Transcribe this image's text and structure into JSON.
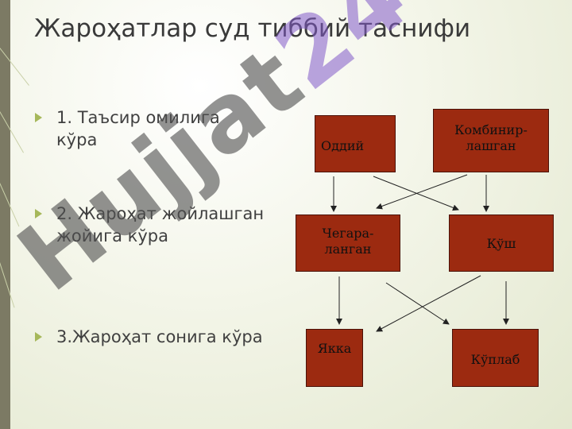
{
  "title": "Жароҳатлар суд тиббий таснифи",
  "bullets": [
    "1. Таъсир  омилига кўра",
    "2. Жароҳат жойлашган жойига кўра",
    "3.Жароҳат сонига кўра"
  ],
  "diagram": {
    "nodes": {
      "oddiy": "Оддий",
      "kombinir": "Комбинир-лашган",
      "chegara": "Чегара-ланган",
      "qush": "Қўш",
      "yakka": "Якка",
      "kuplab": "Кўплаб"
    },
    "box_color": "#9c2a10",
    "edges": [
      [
        "oddiy",
        "chegara"
      ],
      [
        "oddiy",
        "qush"
      ],
      [
        "kombinir",
        "chegara"
      ],
      [
        "kombinir",
        "qush"
      ],
      [
        "chegara",
        "yakka"
      ],
      [
        "chegara",
        "kuplab"
      ],
      [
        "qush",
        "yakka"
      ],
      [
        "qush",
        "kuplab"
      ]
    ]
  },
  "watermark": {
    "text_main": "Hujjat",
    "text_accent": "24"
  }
}
